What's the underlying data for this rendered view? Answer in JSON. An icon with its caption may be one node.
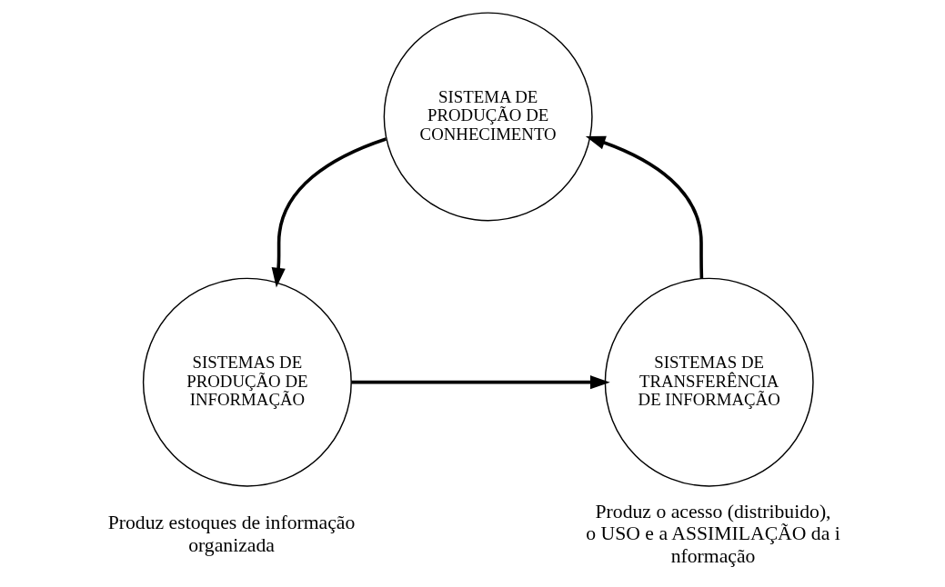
{
  "diagram": {
    "nodes": [
      {
        "text": [
          "SISTEMA DE PRODUÇÃO DE CONHECIMENTO"
        ]
      },
      {
        "text": [
          "SISTEMAS DE PRODUÇÃO DE INFORMAÇÃO"
        ],
        "beside": [
          "Produz estoques de informação organizada"
        ]
      },
      {
        "text": [
          "SISTEMAS DE TRANSFERÊNCIA DE INFORMAÇÃO"
        ],
        "beside": [
          "Produz o acesso (distribuido), o USO e a ASSIMILAÇÃO da i nformação"
        ]
      }
    ],
    "edges": [
      {
        "from": 0,
        "to": 1,
        "arrow": "to"
      },
      {
        "from": 2,
        "to": 0,
        "arrow": "to"
      },
      {
        "from": 1,
        "to": 2,
        "arrow": "to"
      }
    ]
  }
}
